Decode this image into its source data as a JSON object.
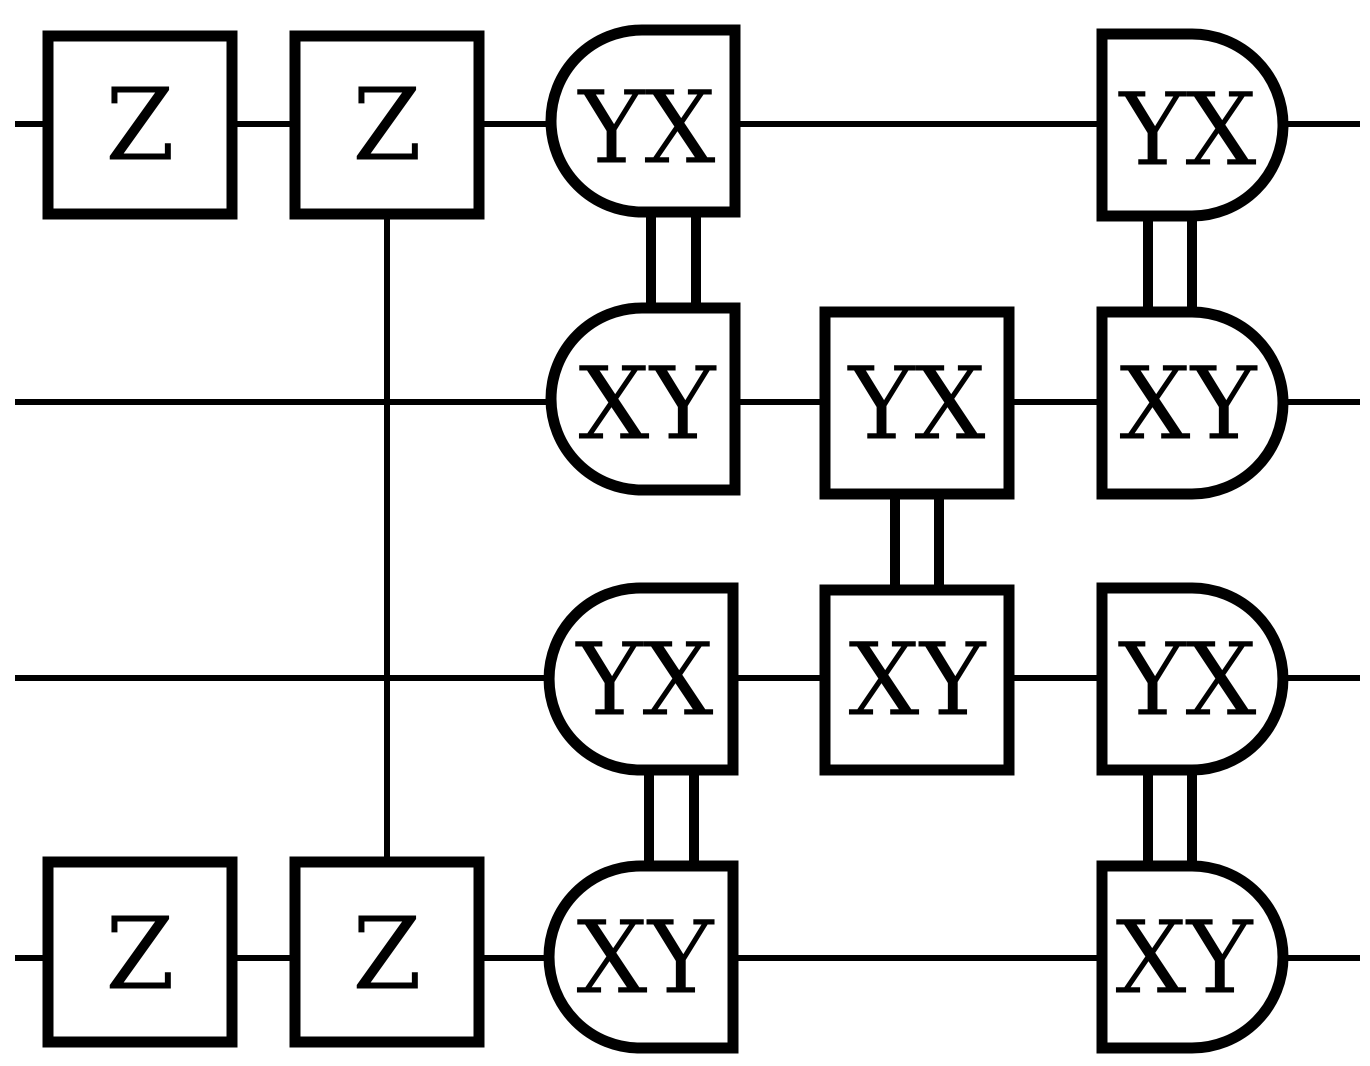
{
  "gates": {
    "z_top_1": "Z",
    "z_top_2": "Z",
    "z_bottom_1": "Z",
    "z_bottom_2": "Z",
    "col3_row1": "YX",
    "col3_row2": "XY",
    "col3_row3": "YX",
    "col3_row4": "XY",
    "col4_row2": "YX",
    "col4_row3": "XY",
    "col5_row1": "YX",
    "col5_row2": "XY",
    "col5_row3": "YX",
    "col5_row4": "XY"
  }
}
